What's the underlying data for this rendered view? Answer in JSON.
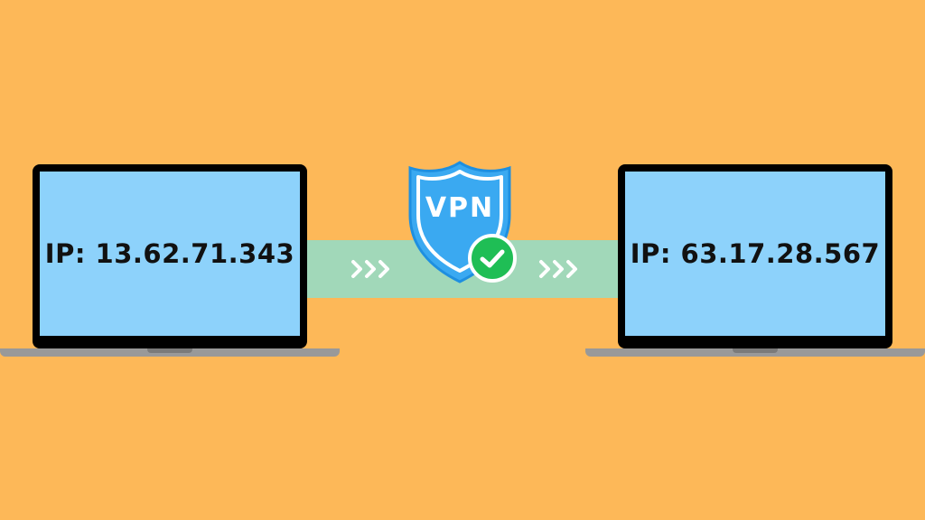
{
  "left_laptop": {
    "ip_text": "IP: 13.62.71.343"
  },
  "right_laptop": {
    "ip_text": "IP: 63.17.28.567"
  },
  "shield": {
    "label": "VPN"
  },
  "colors": {
    "background": "#FDB858",
    "screen": "#8DD2FB",
    "tunnel": "#A1D8B9",
    "shield_fill": "#3AA9F1",
    "check": "#1FBE55"
  }
}
